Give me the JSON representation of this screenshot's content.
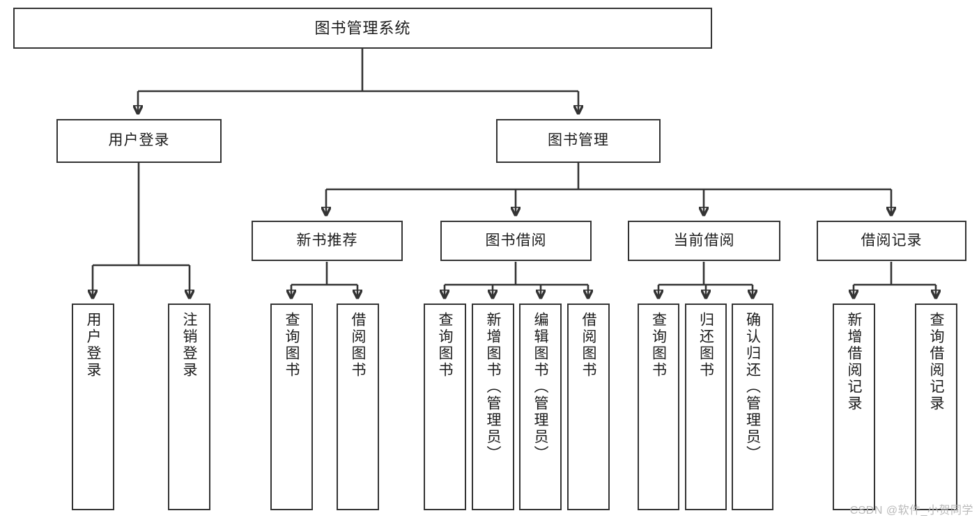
{
  "diagram": {
    "type": "tree",
    "title": "图书管理系统",
    "watermark": "CSDN @软件_小贺同学",
    "colors": {
      "stroke": "#333333",
      "node_fill": "#ffffff",
      "text": "#1b1b1b",
      "background": "#ffffff",
      "watermark": "#b9b9b9"
    },
    "root": {
      "label": "图书管理系统"
    },
    "level2": [
      {
        "label": "用户登录"
      },
      {
        "label": "图书管理"
      }
    ],
    "level3": [
      {
        "label": "新书推荐"
      },
      {
        "label": "图书借阅"
      },
      {
        "label": "当前借阅"
      },
      {
        "label": "借阅记录"
      }
    ],
    "leaves": {
      "user_login": [
        {
          "label": "用户登录"
        },
        {
          "label": "注销登录"
        }
      ],
      "new_book_recommend": [
        {
          "label": "查询图书"
        },
        {
          "label": "借阅图书"
        }
      ],
      "book_borrow": [
        {
          "label": "查询图书"
        },
        {
          "label": "新增图书（管理员）"
        },
        {
          "label": "编辑图书（管理员）"
        },
        {
          "label": "借阅图书"
        }
      ],
      "current_borrow": [
        {
          "label": "查询图书"
        },
        {
          "label": "归还图书"
        },
        {
          "label": "确认归还（管理员）"
        }
      ],
      "borrow_record": [
        {
          "label": "新增借阅记录"
        },
        {
          "label": "查询借阅记录"
        }
      ]
    }
  }
}
